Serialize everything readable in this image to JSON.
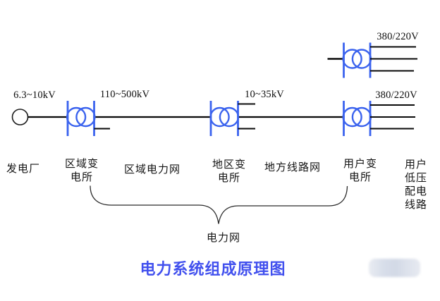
{
  "title": {
    "text": "电力系统组成原理图",
    "color": "#4150ee"
  },
  "colors": {
    "transformer_blue": "#3b63ee",
    "line_black": "#0a0a0a",
    "brace_gray": "#2b2b2b",
    "watermark_gray": "#d8deea",
    "background": "#ffffff"
  },
  "voltage_labels": {
    "generator": "6.3~10kV",
    "transmission": "110~500kV",
    "distribution": "10~35kV",
    "lv_branch_top": "380/220V",
    "lv_branch_bottom": "380/220V"
  },
  "component_labels": {
    "power_plant": "发电厂",
    "regional_substation": "区域变\n电所",
    "regional_grid": "区域电力网",
    "district_substation": "地区变\n电所",
    "local_line_network": "地方线路网",
    "consumer_substation": "用户变\n电所",
    "consumer_lv_lines": "用户低压\n配电线路",
    "power_network": "电力网"
  },
  "icons": {
    "generator": "generator-circle",
    "transformer": "two-winding-transformer"
  }
}
